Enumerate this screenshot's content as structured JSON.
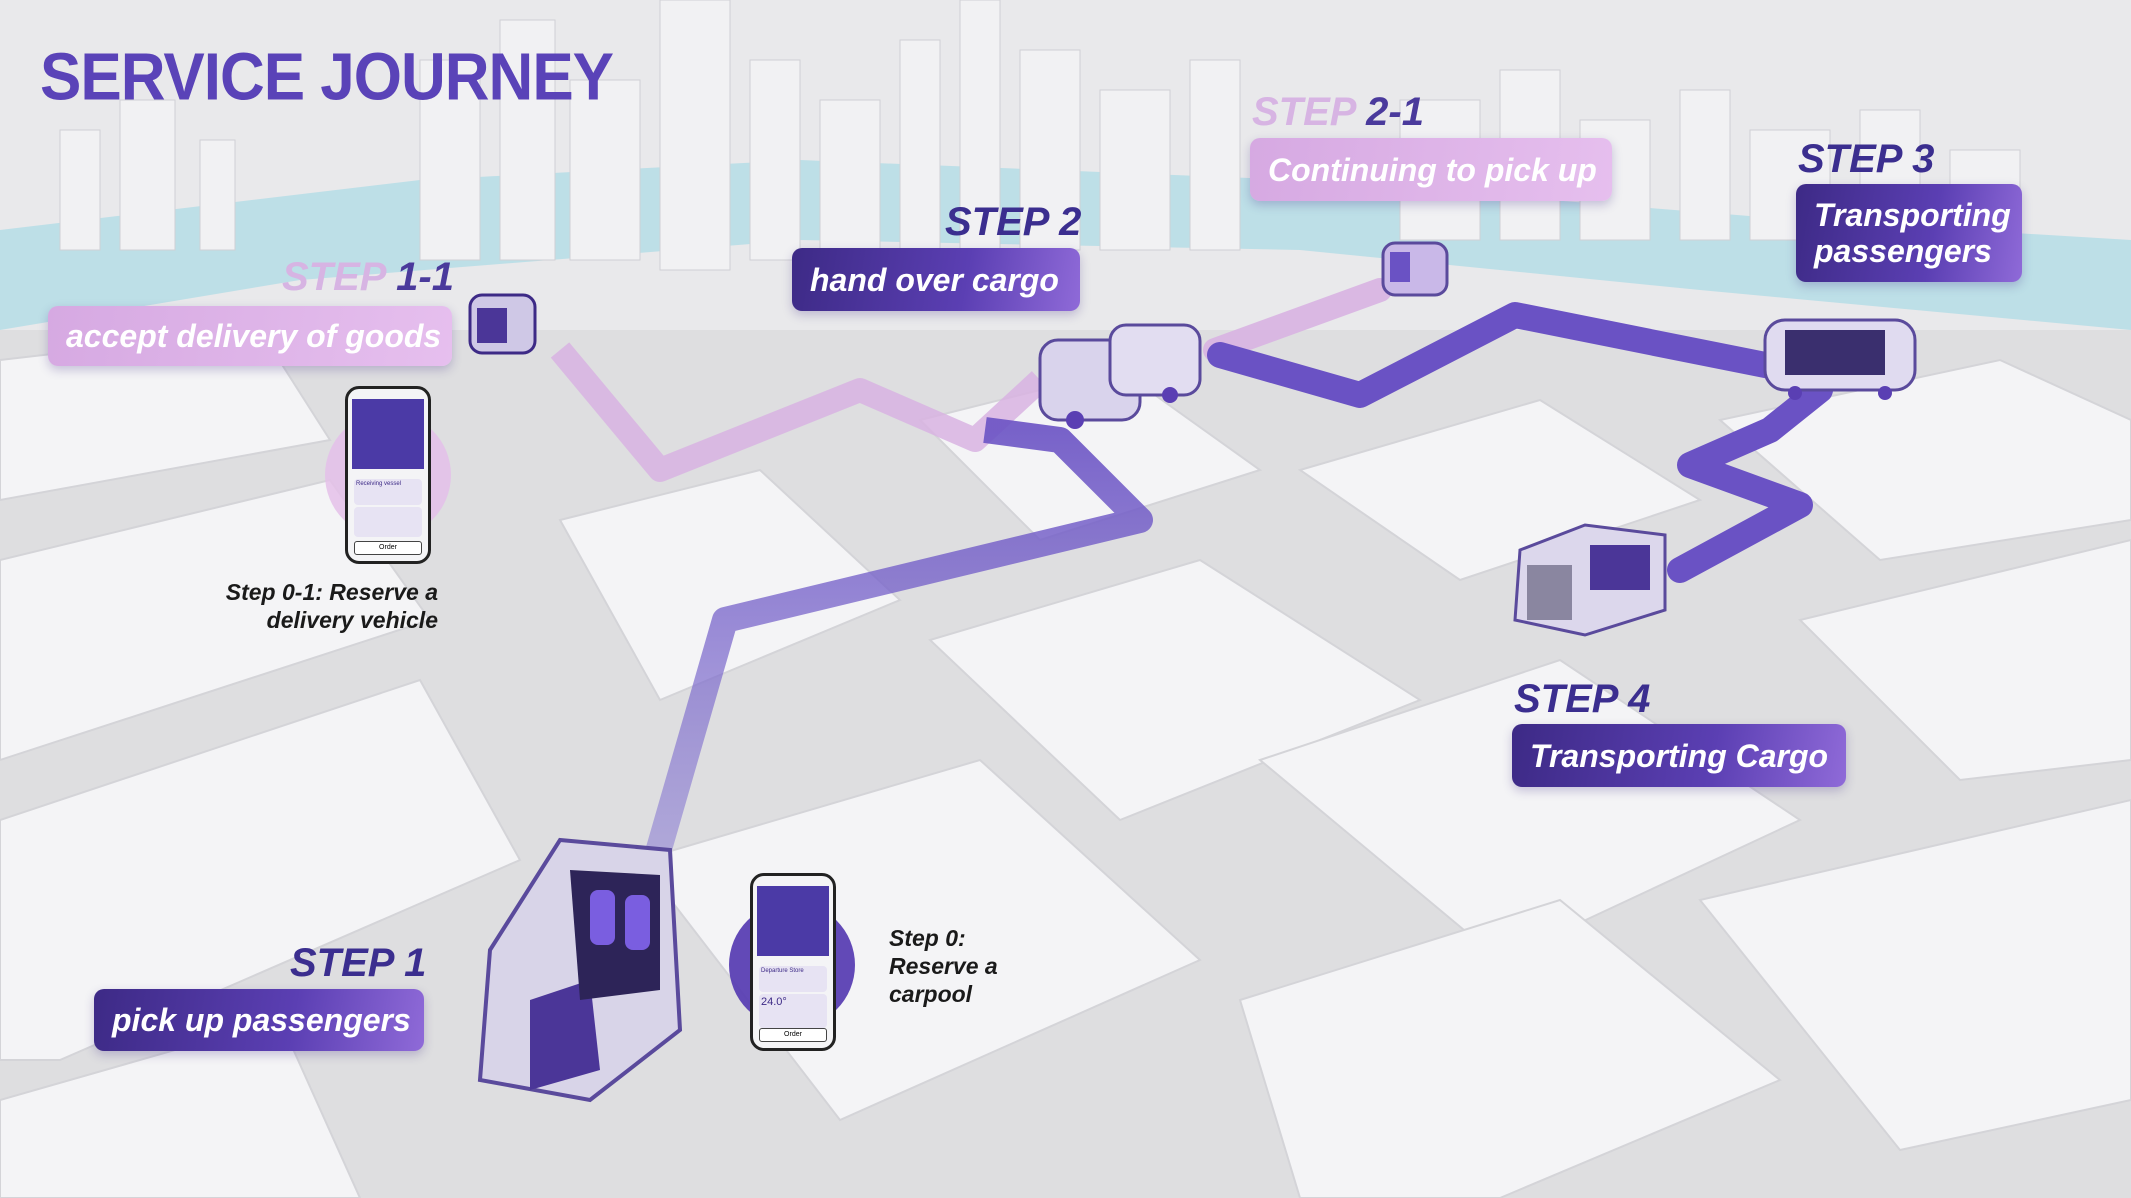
{
  "title": "SERVICE JOURNEY",
  "steps": {
    "step1": {
      "heading": "STEP 1",
      "label": "pick up passengers"
    },
    "step1_1": {
      "heading_prefix": "STEP",
      "heading_num": "1-1",
      "label": "accept delivery of goods"
    },
    "step2": {
      "heading": "STEP 2",
      "label": "hand over cargo"
    },
    "step2_1": {
      "heading_prefix": "STEP",
      "heading_num": "2-1",
      "label": "Continuing to pick up"
    },
    "step3": {
      "heading": "STEP 3",
      "label_line1": "Transporting",
      "label_line2": "passengers"
    },
    "step4": {
      "heading": "STEP 4",
      "label": "Transporting Cargo"
    }
  },
  "notes": {
    "step0": {
      "line1": "Step 0:",
      "line2": "Reserve a",
      "line3": "carpool"
    },
    "step0_1": {
      "line1": "Step 0-1: Reserve a",
      "line2": "delivery vehicle"
    }
  },
  "phones": {
    "carpool": {
      "field": "Departure Store",
      "temp": "24.0°",
      "button": "Order"
    },
    "delivery": {
      "field": "Receiving vessel",
      "button": "Order"
    }
  },
  "colors": {
    "title": "#5a43b8",
    "route_main": "#6a52c4",
    "route_light": "#d8b3e2",
    "pill_dark": "#4a3398",
    "pill_light": "#e0b5ea",
    "water": "#b5dde6"
  },
  "icons": [
    "vehicle-icon",
    "smartphone-icon"
  ]
}
